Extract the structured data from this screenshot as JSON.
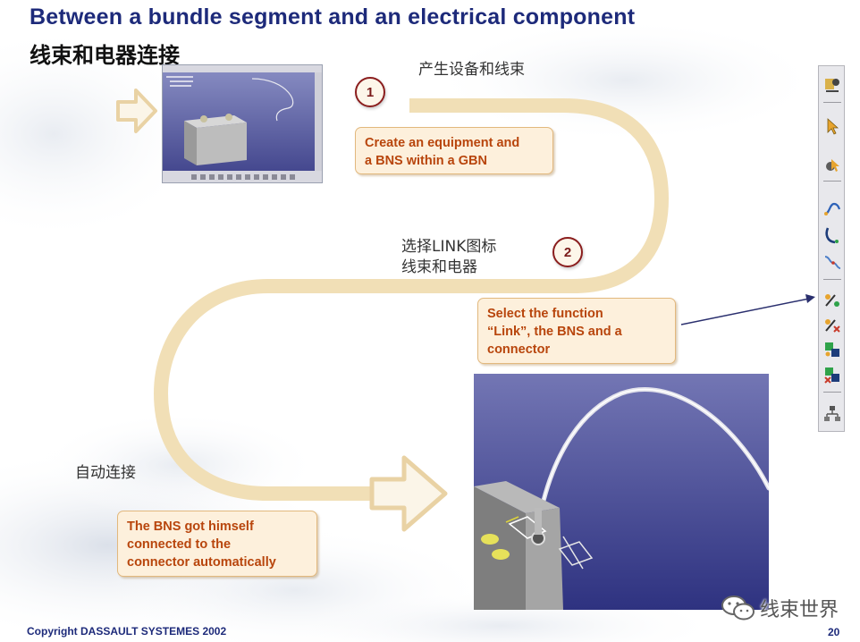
{
  "slide": {
    "title_en": "Between a bundle segment and an electrical component",
    "title_cn": "线束和电器连接",
    "label_cn_step1": "产生设备和线束",
    "label_cn_step2_line1": "选择LINK图标",
    "label_cn_step2_line2": "线束和电器",
    "label_cn_auto": "自动连接",
    "step1_number": "1",
    "step2_number": "2",
    "box1": {
      "line1": "Create an equipment and",
      "line2": "a BNS within a GBN"
    },
    "box2": {
      "line1": "Select the function",
      "line2": "“Link”, the BNS and a",
      "line3": "connector"
    },
    "box3": {
      "line1": "The BNS got himself",
      "line2": "connected to the",
      "line3": "connector automatically"
    },
    "footer_copyright": "Copyright  DASSAULT  SYSTEMES 2002",
    "footer_page": "20",
    "watermark_text": "线束世界"
  },
  "colors": {
    "title_blue": "#1d2a7a",
    "box_text": "#b8450c",
    "box_fill": "#fdf0dc",
    "path_tan": "#f1dfb6",
    "viewport_navy": "#3a3f86"
  },
  "icons": {
    "toolbar": [
      "equipment-tool-icon",
      "select-arrow-icon",
      "bundle-tool-icon",
      "route-tool-icon",
      "curve-tool-icon",
      "spline-tool-icon",
      "link-tool-icon",
      "unlink-tool-icon",
      "connect-tool-icon",
      "disconnect-tool-icon",
      "tree-tool-icon"
    ]
  }
}
